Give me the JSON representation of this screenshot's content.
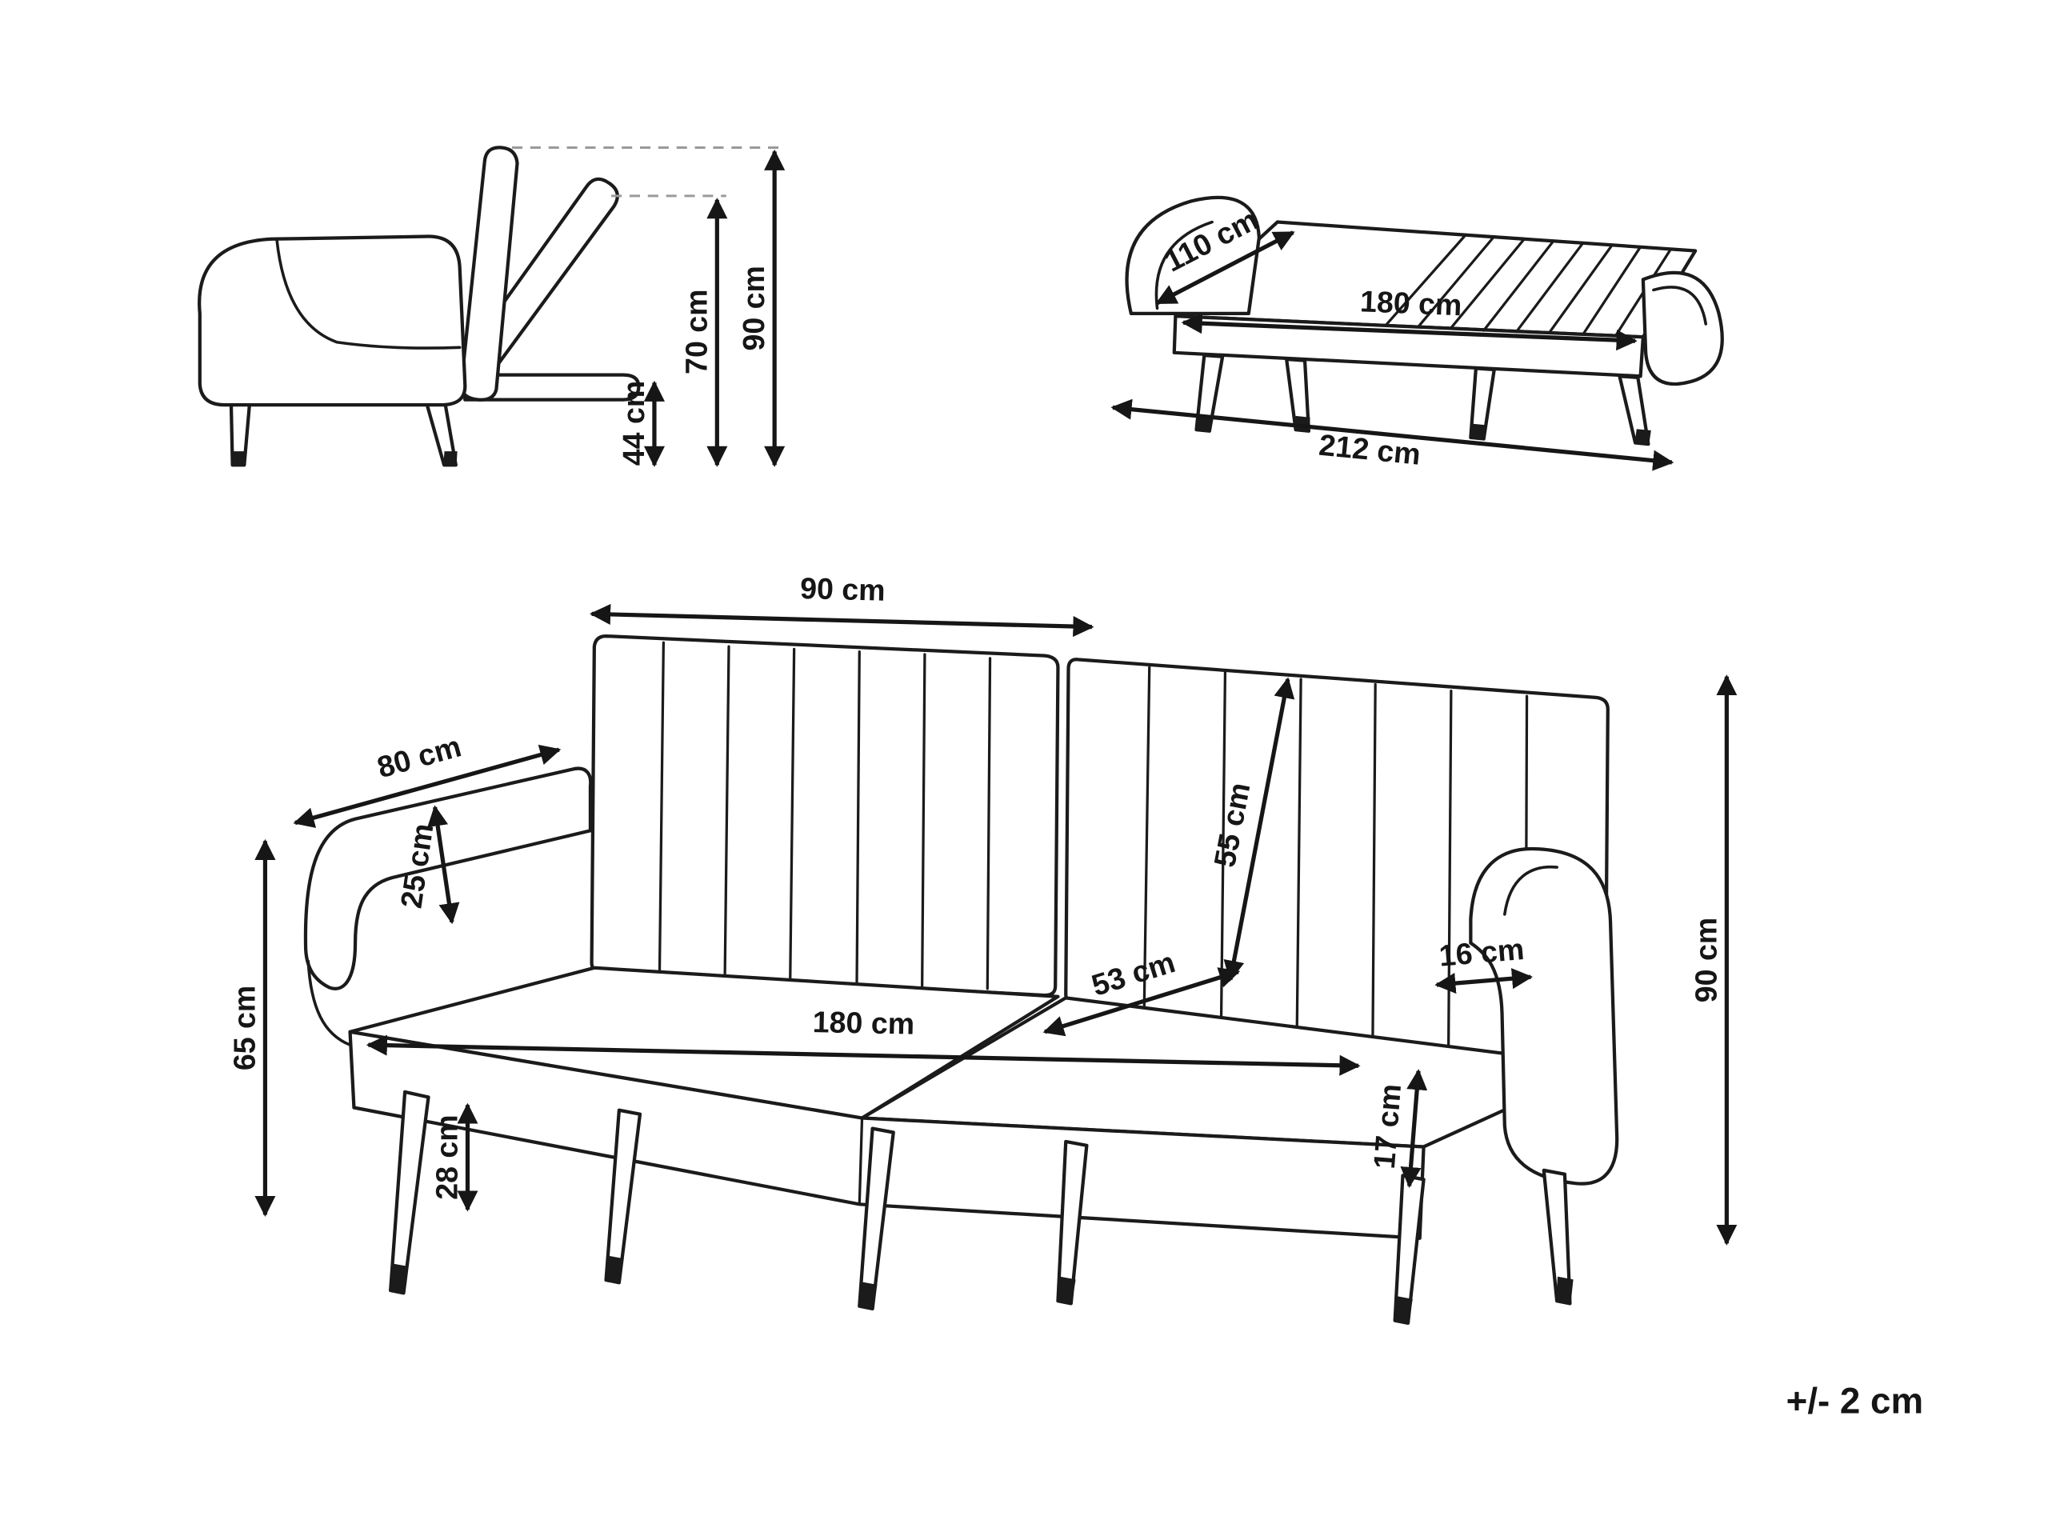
{
  "colors": {
    "line": "#1b1b1b",
    "background": "#ffffff",
    "dashed_guides": "#9a9a9a"
  },
  "views": {
    "side": {
      "dims": {
        "seat_height": "44 cm",
        "folded_height": "70 cm",
        "overall_height": "90 cm"
      }
    },
    "bed": {
      "dims": {
        "width": "110 cm",
        "length": "180 cm",
        "overall_length": "212 cm"
      }
    },
    "sofa": {
      "dims": {
        "backrest_width": "90 cm",
        "armrest_length": "80 cm",
        "armrest_drop": "25 cm",
        "armrest_height": "65 cm",
        "backrest_height": "55 cm",
        "seat_depth": "53 cm",
        "seat_width": "180 cm",
        "armrest_width": "16 cm",
        "cushion_thickness": "17 cm",
        "leg_height": "28 cm",
        "overall_height": "90 cm"
      }
    }
  },
  "tolerance": "+/- 2 cm"
}
